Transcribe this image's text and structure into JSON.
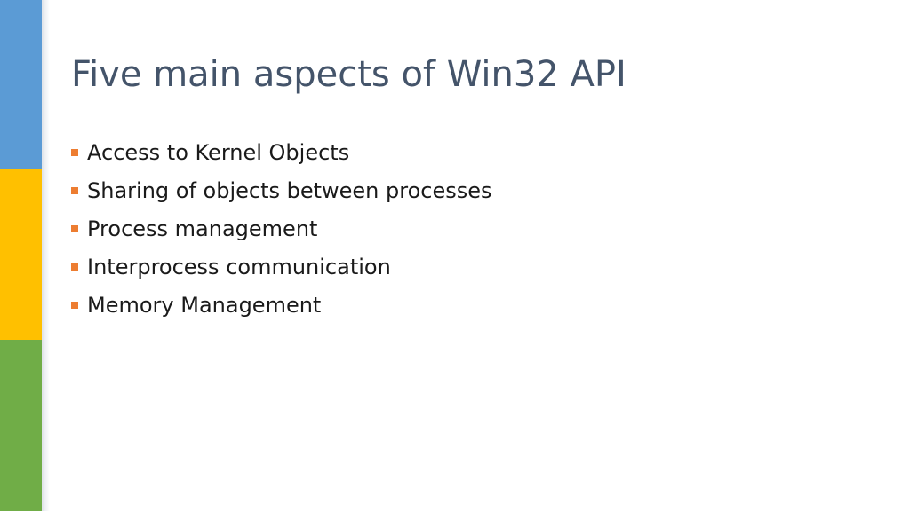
{
  "colors": {
    "bar_blue": "#5b9bd5",
    "bar_yellow": "#ffc000",
    "bar_green": "#70ad47",
    "title": "#44546a",
    "bullet": "#ed7d31"
  },
  "slide": {
    "title": "Five main aspects of Win32 API",
    "bullets": [
      "Access to Kernel Objects",
      "Sharing of objects between processes",
      "Process management",
      "Interprocess communication",
      "Memory Management"
    ]
  }
}
